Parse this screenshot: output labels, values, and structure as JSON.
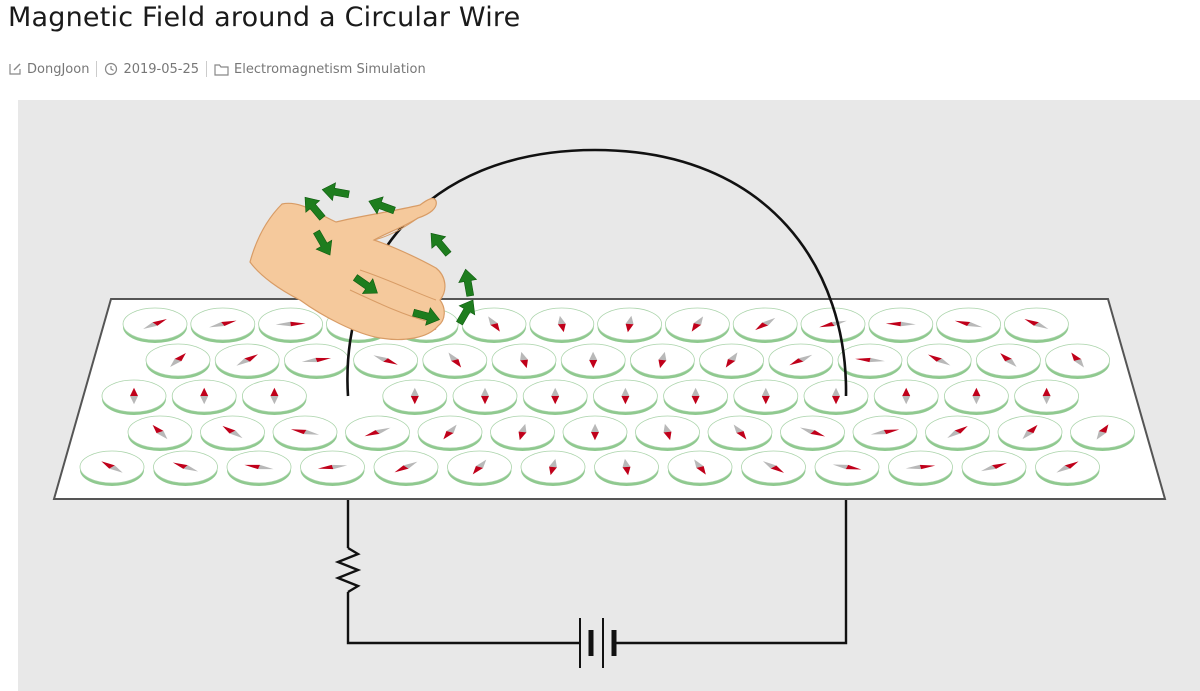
{
  "page": {
    "title": "Magnetic Field around a Circular Wire"
  },
  "meta": {
    "author": "DongJoon",
    "date": "2019-05-25",
    "category": "Electromagnetism Simulation",
    "icons": {
      "author": "edit-icon",
      "date": "clock-icon",
      "category": "folder-icon"
    }
  },
  "simulation": {
    "colors": {
      "background": "#e8e8e8",
      "board": "#ffffff",
      "compass_rim": "#8fc98f",
      "needle_north": "#c0001a",
      "needle_south": "#b8b8b8",
      "field_arrows": "#1e7d1e",
      "hand": "#f5c99c",
      "wire": "#111111"
    },
    "elements": [
      "board",
      "circular-wire",
      "compass-grid",
      "right-hand",
      "field-arrows",
      "resistor",
      "battery"
    ]
  }
}
